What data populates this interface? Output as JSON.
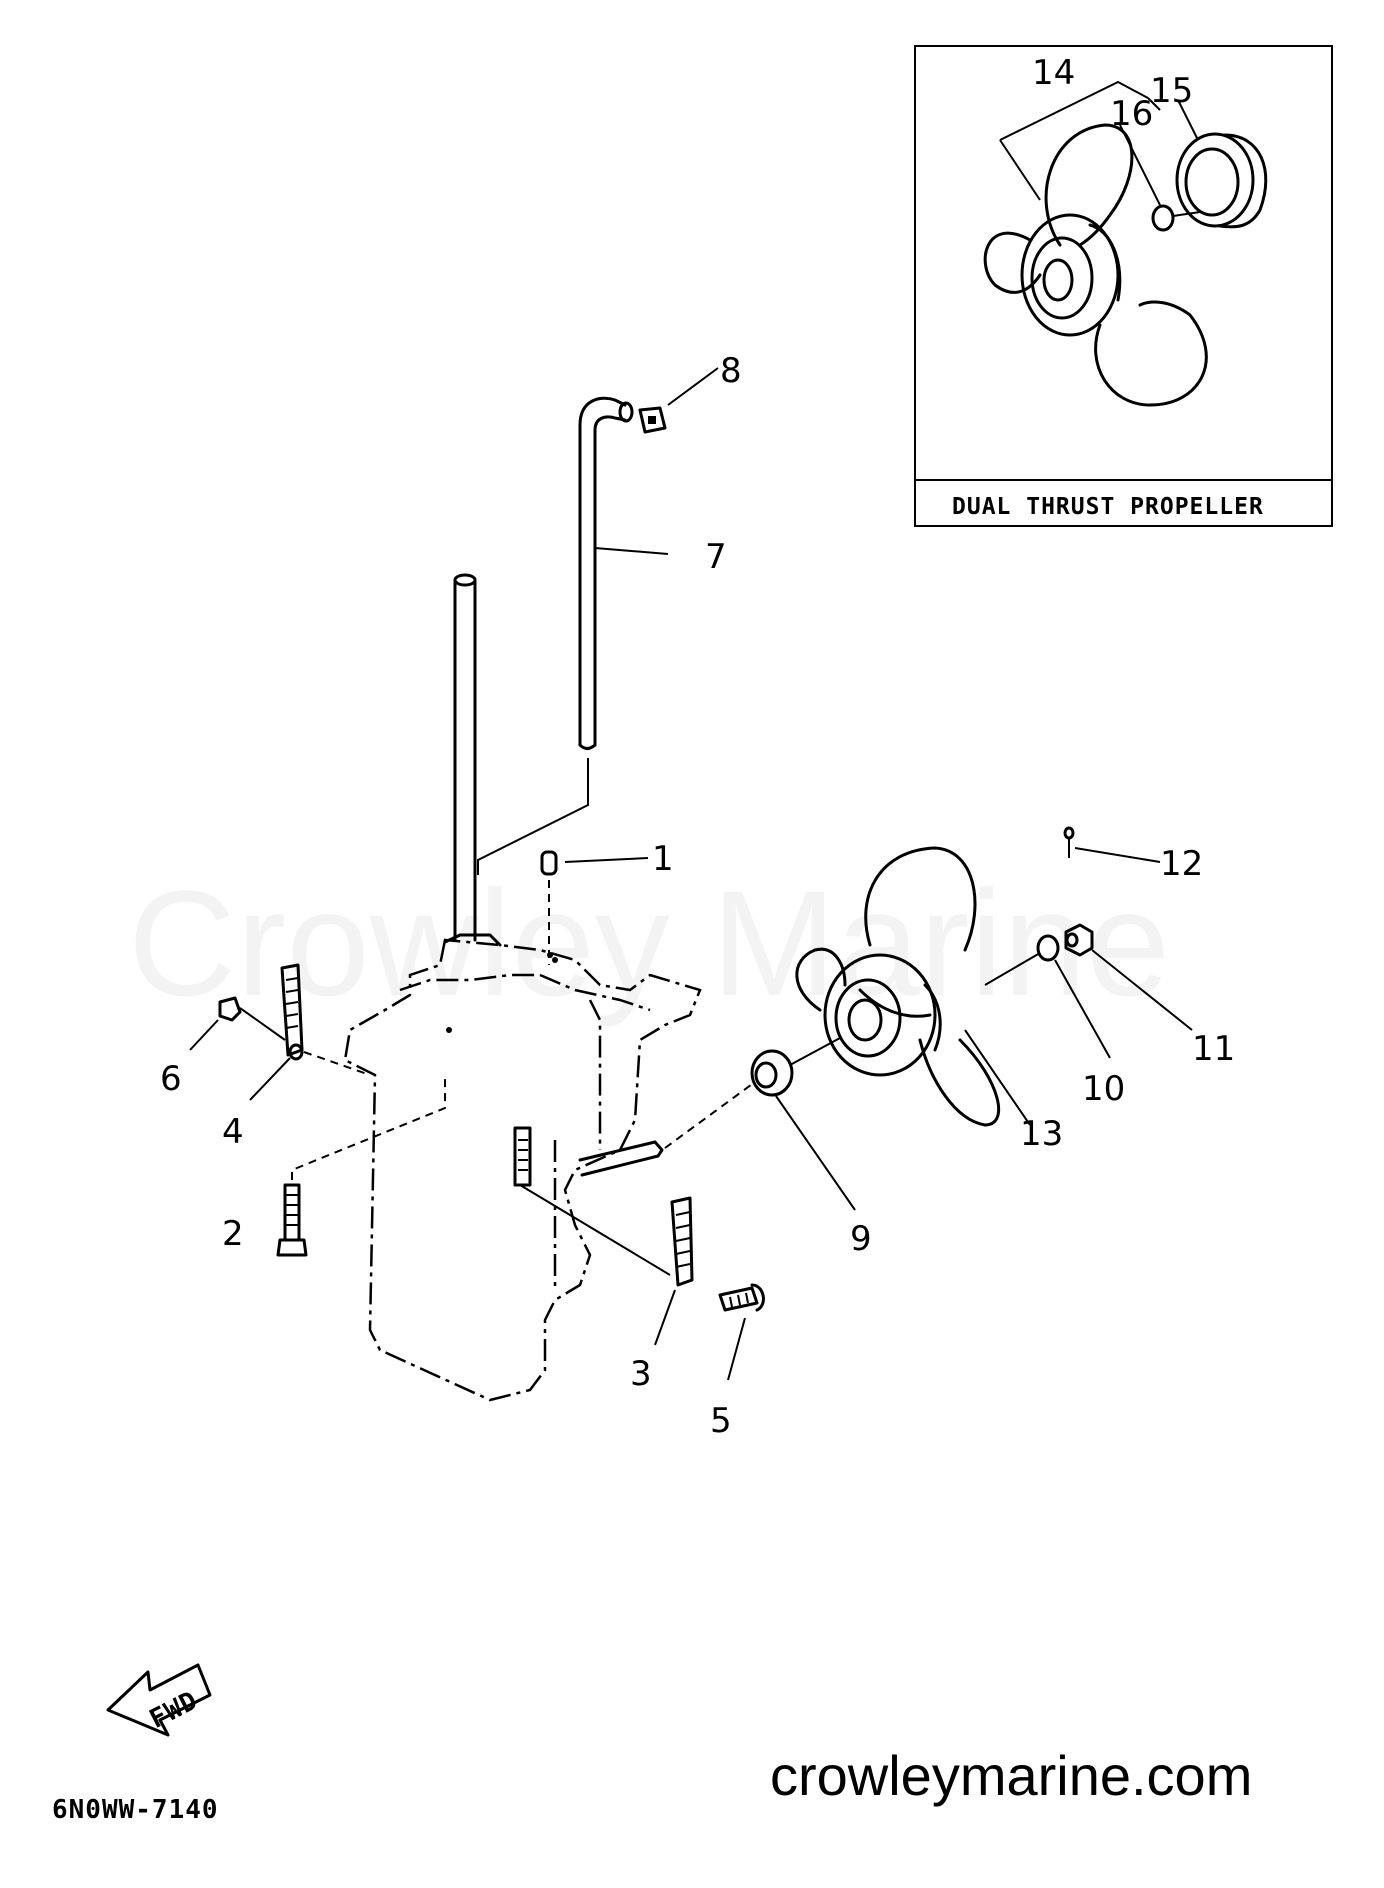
{
  "watermark": "Crowley Marine",
  "website": "crowleymarine.com",
  "diagram_code": "6N0WW-7140",
  "fwd_label": "FWD",
  "inset_caption": "DUAL THRUST PROPELLER",
  "callouts": {
    "c1": "1",
    "c2": "2",
    "c3": "3",
    "c4": "4",
    "c5": "5",
    "c6": "6",
    "c7": "7",
    "c8": "8",
    "c9": "9",
    "c10": "10",
    "c11": "11",
    "c12": "12",
    "c13": "13",
    "c14": "14",
    "c15": "15",
    "c16": "16"
  }
}
